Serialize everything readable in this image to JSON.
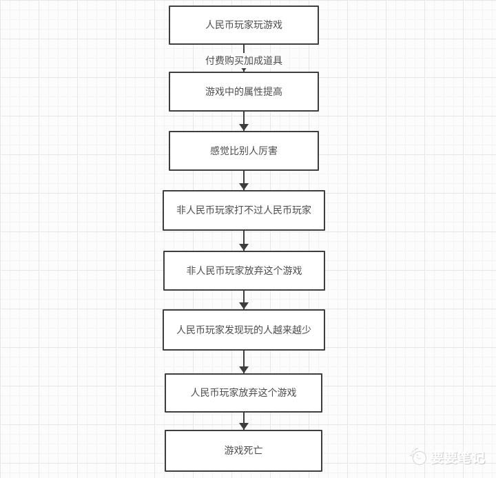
{
  "flowchart": {
    "nodes": [
      {
        "label": "人民币玩家玩游戏"
      },
      {
        "label": "游戏中的属性提高"
      },
      {
        "label": "感觉比别人厉害"
      },
      {
        "label": "非人民币玩家打不过人民币玩家"
      },
      {
        "label": "非人民币玩家放弃这个游戏"
      },
      {
        "label": "人民币玩家发现玩的人越来越少"
      },
      {
        "label": "人民币玩家放弃这个游戏"
      },
      {
        "label": "游戏死亡"
      }
    ],
    "edges": {
      "first_edge_label": "付费购买加成道具"
    },
    "colors": {
      "node_border": "#3d3d3d",
      "node_fill": "#ffffff",
      "node_text": "#4d4d4d",
      "arrow": "#3d3d3d",
      "background": "#fcfcfc"
    }
  },
  "watermark": {
    "text": "要要笔记",
    "icon": "bird-logo-icon"
  }
}
